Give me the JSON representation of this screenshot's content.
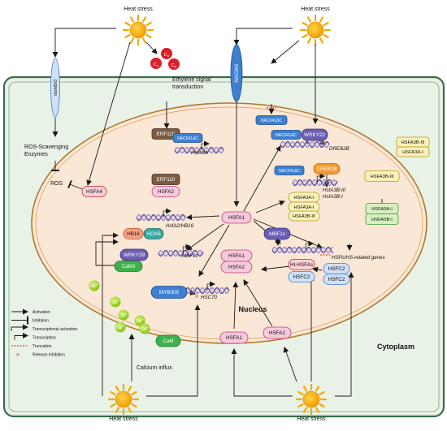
{
  "heat_stress_label": "Heat stress",
  "compartments": {
    "cytoplasm": "Cytoplasm",
    "nucleus": "Nucleus"
  },
  "texts": {
    "ethylene": [
      "Ethylene signal",
      "transduction"
    ],
    "ros_enzymes": [
      "ROS-Scavenging",
      "Enzymes"
    ],
    "ros": "ROS",
    "calcium_influx": "Calcium influx",
    "ethylene_molecule": [
      "C",
      "H",
      "C",
      "H",
      "C",
      "H"
    ]
  },
  "proteins": {
    "rbohb": "rbohB/D",
    "nac041_membrane": "NAC041",
    "hsfa4": "HSFA4",
    "erf110_top": "ERF110",
    "erf110_bottom": "ERF110",
    "hsfa2_erf": "HSFA2",
    "nac041dc_a": "NAC041ΔC",
    "nac041dc_b": "NAC041ΔC",
    "nac041dc_c": "NAC041ΔC",
    "nac041dc_d": "NAC041ΔC",
    "wrky22": "WRKY22",
    "hsfa3b_iii_top": "HSFA3B-III",
    "hsfa3a_i_top": "HSFA3A-I",
    "dreb2b": "DREB2B",
    "hsfa3a_i_a": "HSFA3A-I",
    "hsfa3a_i_b": "HSFA3A-I",
    "hsfa3b_iii_left": "HSFA3B-III",
    "hsfa3b_iii_right": "HSFA3B-III",
    "hsfa3a_i_right": "HSFA3A-I",
    "hsfa3b_i_right": "HSFA3B-I",
    "hsfa1_center": "HSFA1",
    "hb16": "HB16",
    "hox6": "HOX6",
    "wrky39": "WRKY39",
    "cam3": "CaM3",
    "mbf1c": "MBF1c",
    "hsfa1_a": "HSFA1",
    "hsfa2_a": "HSFA2",
    "hi_hsfas": "HI-HSFAs",
    "hsfc2_a": "HSFC2",
    "hsfc2_b": "HSFC2",
    "hsfc2_c": "HSFC2",
    "myb305": "MYB305",
    "hsfa1_bottom": "HSFA1",
    "hsfa2_bottom": "HSFA2",
    "cam": "CaM",
    "ca_ion": "Ca",
    "ca_charge": "2+"
  },
  "genes": {
    "hsfa3a": "HsfA3A",
    "dreb2b": "DREB2B",
    "hsfa3b3": "HsfA3B-III",
    "hsfa3b1": "HsfA3B-I",
    "hsfa2hb16": "HsfA2/HB16",
    "mbf1c": "MBF1c",
    "hsps": "HSPs/HS-related genes",
    "hsc70": "HSC70"
  },
  "legend": [
    {
      "label": "Activation",
      "style": "activation"
    },
    {
      "label": "Inhibition",
      "style": "inhibition"
    },
    {
      "label": "Transcriptional activation",
      "style": "tx-activation"
    },
    {
      "label": "Transcription",
      "style": "transcription"
    },
    {
      "label": "Truncation",
      "style": "truncation"
    },
    {
      "label": "Release Inhibition",
      "style": "release"
    }
  ],
  "colors": {
    "cell_fill": "#e9f2e6",
    "cell_border": "#3a6e4a",
    "nucleus_fill": "#fbe7d5",
    "nucleus_border": "#b07830",
    "sun_fill": "#f5a800",
    "pink": "#f7c9dc",
    "pink_border": "#c0407a",
    "blue": "#3f7fd0",
    "blue_light": "#cfe0f7",
    "purple": "#5a4fa0",
    "yellow": "#fbf1b8",
    "green": "#3fb04a",
    "orange": "#f59a2a",
    "teal": "#3aa7a0",
    "calcium": "#9ed62b",
    "truncation": "#e04020"
  }
}
